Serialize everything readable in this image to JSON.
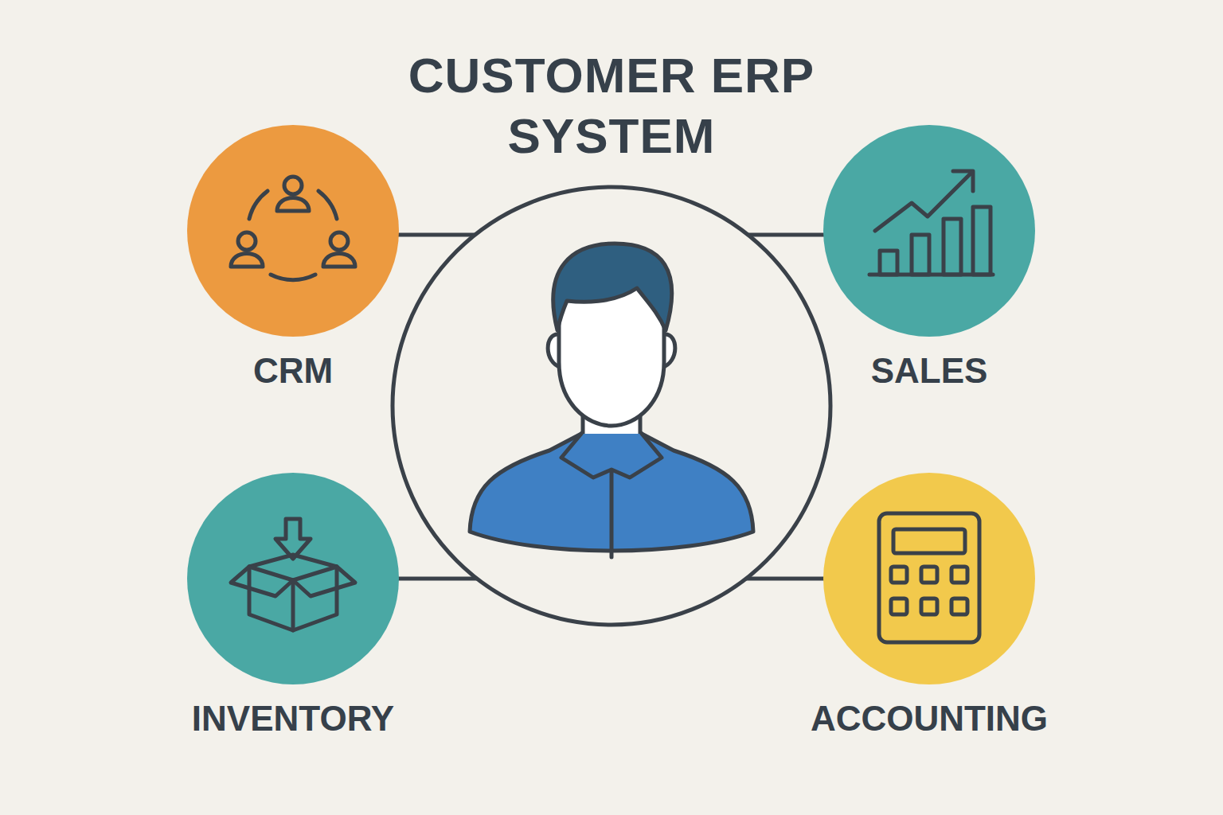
{
  "diagram": {
    "title": "CUSTOMER ERP SYSTEM",
    "nodes": [
      {
        "text": [
          "CRM"
        ]
      },
      {
        "text": [
          "SALES"
        ]
      },
      {
        "text": [
          "INVENTORY"
        ]
      },
      {
        "text": [
          "ACCOUNTING"
        ]
      }
    ]
  }
}
